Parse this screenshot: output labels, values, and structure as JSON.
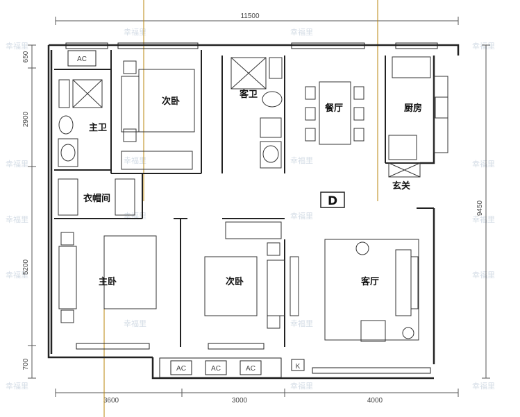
{
  "dimensions": {
    "top_total": "11500",
    "bottom_1": "3600",
    "bottom_2": "3000",
    "bottom_3": "4000",
    "left_1": "650",
    "left_2": "2900",
    "left_3": "5200",
    "left_4": "700",
    "right_total": "9450"
  },
  "rooms": {
    "master_bath": "主卫",
    "bedroom_a": "次卧",
    "guest_bath": "客卫",
    "dining": "餐厅",
    "kitchen": "厨房",
    "entry": "玄关",
    "walkin_closet": "衣帽间",
    "master_bedroom": "主卧",
    "bedroom_b": "次卧",
    "living": "客厅"
  },
  "unit_label": "D",
  "ac_label": "AC",
  "k_label": "K",
  "watermark": "幸福里",
  "colors": {
    "wall": "#222222",
    "dimension_line": "#555555",
    "guide_line": "#b8860b",
    "watermark": "#d4dde6"
  }
}
